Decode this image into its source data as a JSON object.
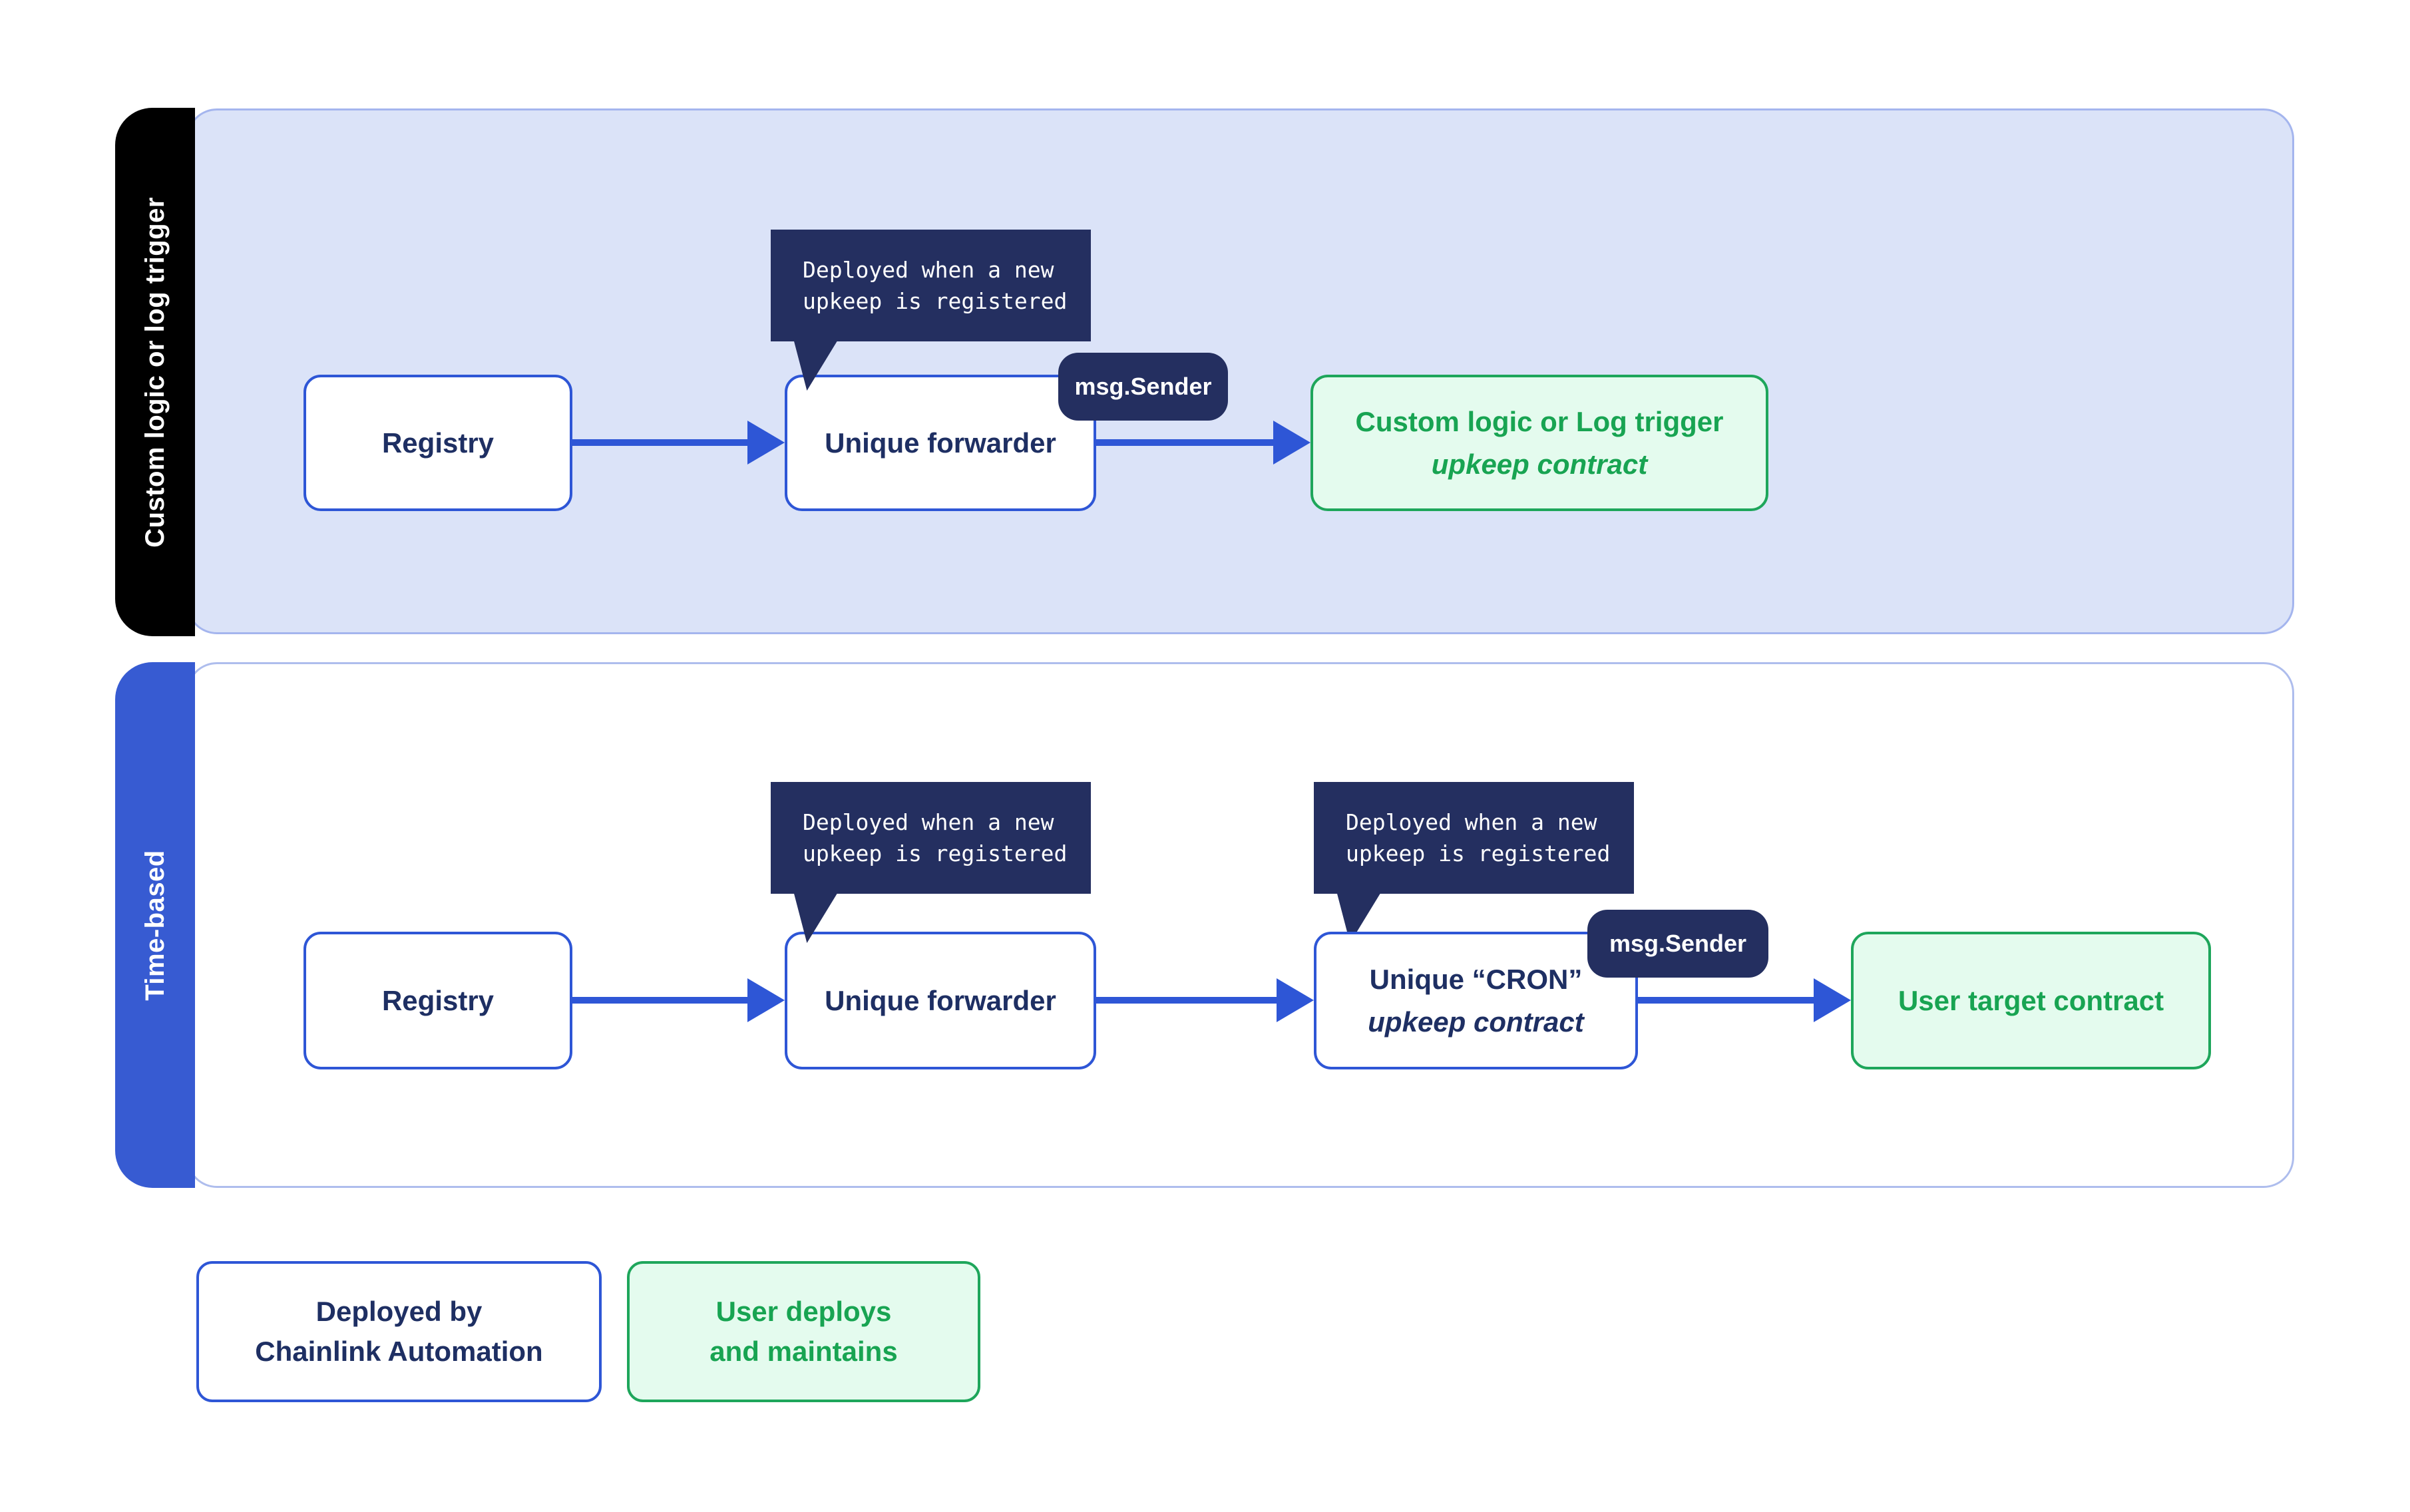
{
  "colors": {
    "brand_blue": "#375bd2",
    "border_blue": "#2e56d6",
    "navy": "#242f60",
    "navy_text": "#1e2f63",
    "panel_lavender": "#dbe3f8",
    "panel_border": "#a4b5ee",
    "green": "#1ea65b",
    "green_text": "#18a452",
    "green_fill": "#e4fbee",
    "black": "#000000",
    "white": "#ffffff"
  },
  "tooltip": {
    "line1": "Deployed when a new",
    "line2": "upkeep is registered"
  },
  "badge_label": "msg.Sender",
  "lanes": {
    "custom": {
      "label": "Custom logic or log trigger",
      "registry": "Registry",
      "forwarder": "Unique forwarder",
      "target_line1": "Custom logic or Log trigger",
      "target_line2": "upkeep contract"
    },
    "time": {
      "label": "Time-based",
      "registry": "Registry",
      "forwarder": "Unique forwarder",
      "cron_line1": "Unique “CRON”",
      "cron_line2": "upkeep contract",
      "target": "User target contract"
    }
  },
  "legend": {
    "chainlink_line1": "Deployed by",
    "chainlink_line2": "Chainlink Automation",
    "user_line1": "User deploys",
    "user_line2": "and maintains"
  }
}
